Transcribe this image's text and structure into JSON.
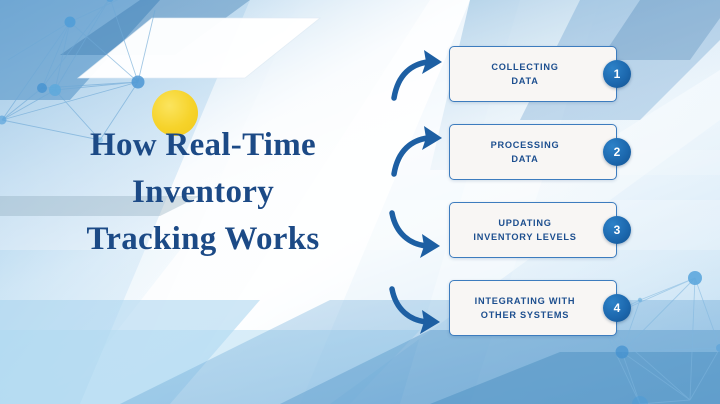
{
  "slide": {
    "title_lines": [
      "How Real-Time",
      "Inventory",
      "Tracking Works"
    ],
    "title_text": "How Real-Time Inventory Tracking Works",
    "colors": {
      "title": "#1c4a86",
      "box_border": "#3d7cbe",
      "box_fill": "#f8f6f4",
      "badge": "#1b66ac",
      "label": "#1d4f8f",
      "accent_yellow": "#f6d32a",
      "background_blue": "#9cc4e4",
      "node_blue": "#3f97d6"
    }
  },
  "steps": [
    {
      "number": "1",
      "label_lines": [
        "COLLECTING",
        "DATA"
      ],
      "label": "COLLECTING DATA",
      "arrow": "curved-arrow-up-right-icon"
    },
    {
      "number": "2",
      "label_lines": [
        "PROCESSING",
        "DATA"
      ],
      "label": "PROCESSING DATA",
      "arrow": "curved-arrow-up-right-icon"
    },
    {
      "number": "3",
      "label_lines": [
        "UPDATING",
        "INVENTORY LEVELS"
      ],
      "label": "UPDATING INVENTORY LEVELS",
      "arrow": "curved-arrow-down-right-icon"
    },
    {
      "number": "4",
      "label_lines": [
        "INTEGRATING WITH",
        "OTHER SYSTEMS"
      ],
      "label": "INTEGRATING WITH OTHER SYSTEMS",
      "arrow": "curved-arrow-down-right-icon"
    }
  ],
  "decor": {
    "yellow_circle": "yellow-accent-circle",
    "network_top_left": "network-nodes-graphic",
    "network_bottom_right": "network-nodes-graphic",
    "parallelogram": "white-parallelogram-shape"
  }
}
